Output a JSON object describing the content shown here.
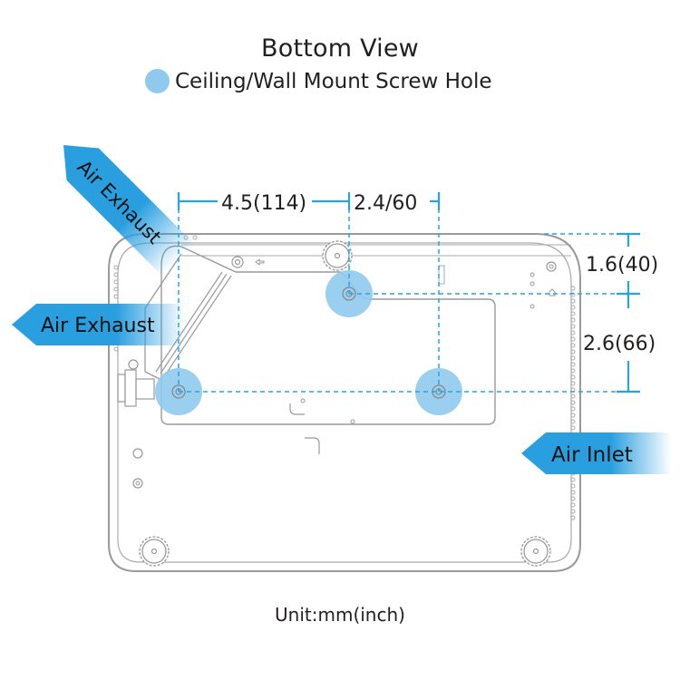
{
  "header": {
    "title": "Bottom View",
    "legend_label": "Ceiling/Wall Mount Screw Hole"
  },
  "dimensions": {
    "horizontal_left": "4.5(114)",
    "horizontal_right": "2.4/60",
    "vertical_top": "1.6(40)",
    "vertical_bottom": "2.6(66)"
  },
  "airflow": {
    "exhaust_diagonal": "Air Exhaust",
    "exhaust_left": "Air Exhaust",
    "inlet_right": "Air Inlet"
  },
  "footer": {
    "unit_label": "Unit:mm(inch)"
  },
  "colors": {
    "screw_hole": "#8fcaee",
    "dimension_line": "#29a3e0",
    "arrow_blue": "#2a9fdf",
    "outline": "#9a9a9a",
    "text": "#231f20"
  },
  "legend_icon": "filled-circle"
}
